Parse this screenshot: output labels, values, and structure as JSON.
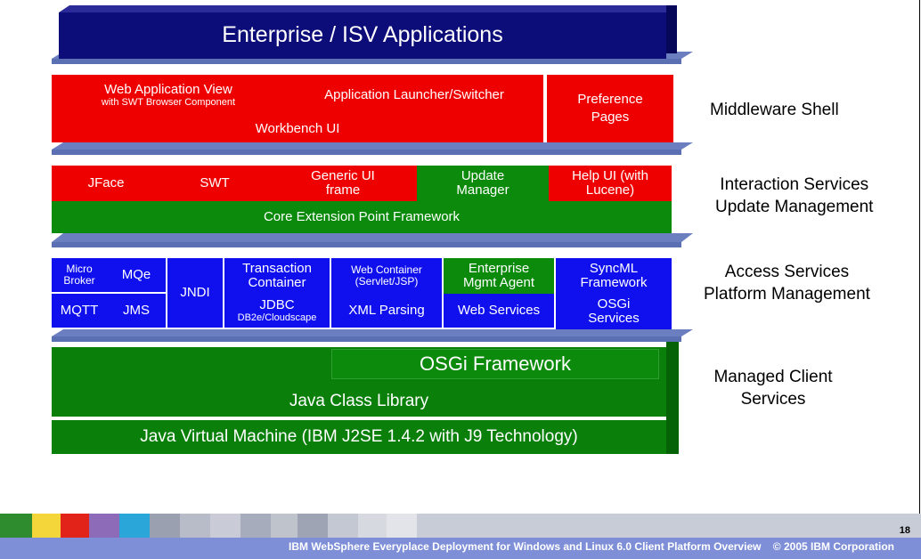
{
  "layers": {
    "enterprise": "Enterprise / ISV Applications",
    "shell": {
      "web_view": "Web Application View",
      "web_view_sub": "with SWT Browser Component",
      "launcher": "Application Launcher/Switcher",
      "workbench": "Workbench UI",
      "preference": "Preference Pages"
    },
    "interaction": {
      "jface": "JFace",
      "swt": "SWT",
      "generic_ui": "Generic UI frame",
      "update_manager": "Update Manager",
      "help_ui": "Help UI (with Lucene)",
      "core_ext": "Core Extension Point Framework"
    },
    "access": {
      "micro_broker": "Micro Broker",
      "mqe": "MQe",
      "jndi": "JNDI",
      "transaction": "Transaction Container",
      "web_container": "Web Container",
      "web_container_sub": "(Servlet/JSP)",
      "enterprise_mgmt": "Enterprise Mgmt Agent",
      "syncml": "SyncML Framework",
      "mqtt": "MQTT",
      "jms": "JMS",
      "jdbc": "JDBC",
      "jdbc_sub": "DB2e/Cloudscape",
      "xml": "XML Parsing",
      "web_services": "Web Services",
      "osgi_services": "OSGi Services"
    },
    "platform": {
      "osgi": "OSGi Framework",
      "java_lib": "Java Class Library",
      "jvm": "Java Virtual Machine (IBM J2SE 1.4.2 with J9 Technology)"
    }
  },
  "side_labels": {
    "middleware": "Middleware Shell",
    "interaction_1": "Interaction Services",
    "interaction_2": "Update Management",
    "access_1": "Access Services",
    "access_2": "Platform Management",
    "managed_1": "Managed Client",
    "managed_2": "Services"
  },
  "footer": {
    "page_number": "18",
    "title": "IBM WebSphere Everyplace Deployment for Windows and Linux 6.0 Client Platform Overview",
    "copyright": "© 2005 IBM Corporation"
  },
  "colors": {
    "red": "#ee0000",
    "green": "#0b8a0b",
    "blue": "#1010ee",
    "navy": "#0d0d7a",
    "slab": "#6a7ec0",
    "footer_strip": "#7e8fd8"
  }
}
